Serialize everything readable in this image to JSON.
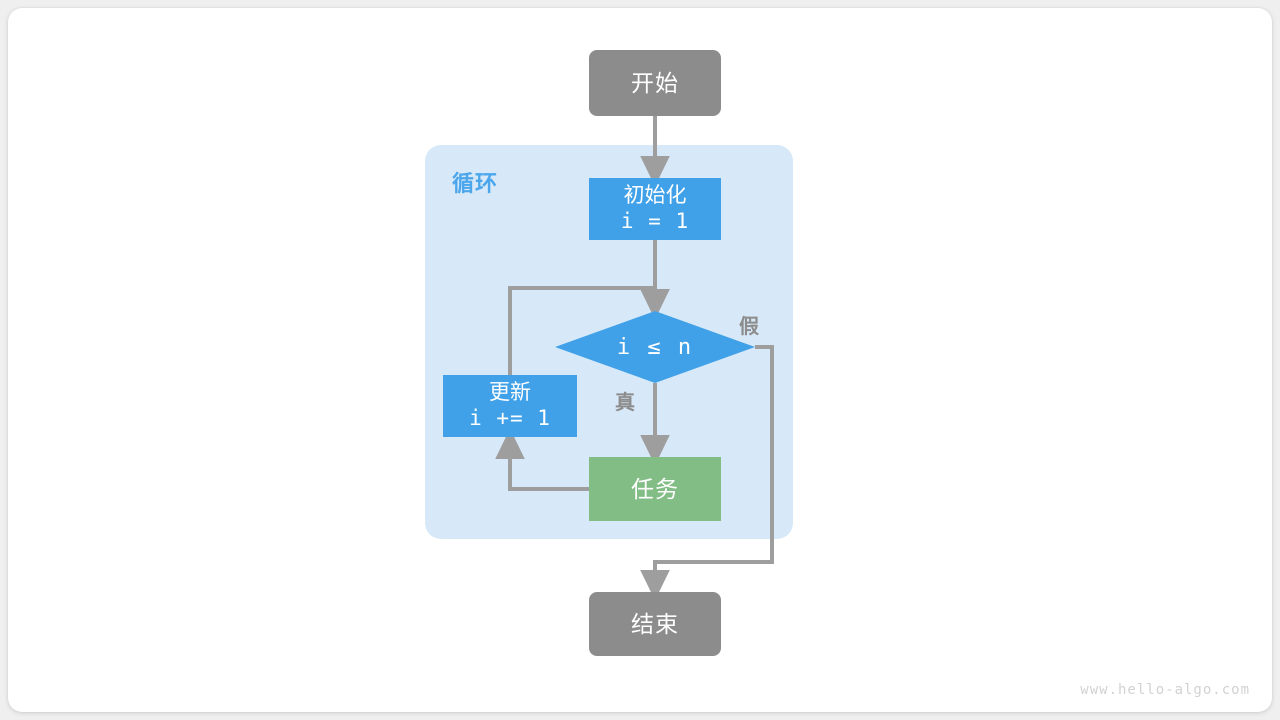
{
  "page": {
    "background_color": "#efefef",
    "card_color": "#ffffff",
    "watermark": "www.hello-algo.com"
  },
  "palette": {
    "terminal_gray": "#8c8c8c",
    "process_blue": "#41a1e8",
    "process_green": "#83bd86",
    "loop_container_blue": "#d7e9f8",
    "loop_label_blue": "#4ba6ec",
    "arrow_gray": "#9e9e9e",
    "text_white": "#ffffff",
    "watermark_gray": "#d2d2d2"
  },
  "chart_data": {
    "type": "diagram",
    "subtype": "flowchart",
    "title": "",
    "nodes": [
      {
        "id": "start",
        "label": "开始",
        "shape": "rounded-rect",
        "color": "#8c8c8c"
      },
      {
        "id": "init",
        "label": "初始化",
        "sublabel": "i = 1",
        "shape": "rect",
        "color": "#41a1e8"
      },
      {
        "id": "condition",
        "label": "i ≤ n",
        "shape": "diamond",
        "color": "#41a1e8"
      },
      {
        "id": "update",
        "label": "更新",
        "sublabel": "i += 1",
        "shape": "rect",
        "color": "#41a1e8"
      },
      {
        "id": "task",
        "label": "任务",
        "shape": "rect",
        "color": "#83bd86"
      },
      {
        "id": "end",
        "label": "结束",
        "shape": "rounded-rect",
        "color": "#8c8c8c"
      }
    ],
    "edges": [
      {
        "from": "start",
        "to": "init",
        "label": ""
      },
      {
        "from": "init",
        "to": "condition",
        "label": ""
      },
      {
        "from": "condition",
        "to": "task",
        "label": "真"
      },
      {
        "from": "condition",
        "to": "end",
        "label": "假"
      },
      {
        "from": "task",
        "to": "update",
        "label": ""
      },
      {
        "from": "update",
        "to": "condition",
        "label": ""
      }
    ],
    "groups": [
      {
        "id": "loop",
        "label": "循环",
        "members": [
          "init",
          "condition",
          "update",
          "task"
        ]
      }
    ]
  },
  "diagram": {
    "loop_group": {
      "label": "循环"
    },
    "nodes": {
      "start": {
        "label": "开始"
      },
      "init": {
        "label": "初始化",
        "expression": "i = 1"
      },
      "condition": {
        "expression": "i ≤ n"
      },
      "update": {
        "label": "更新",
        "expression": "i += 1"
      },
      "task": {
        "label": "任务"
      },
      "end": {
        "label": "结束"
      }
    },
    "edge_labels": {
      "true": "真",
      "false": "假"
    }
  }
}
